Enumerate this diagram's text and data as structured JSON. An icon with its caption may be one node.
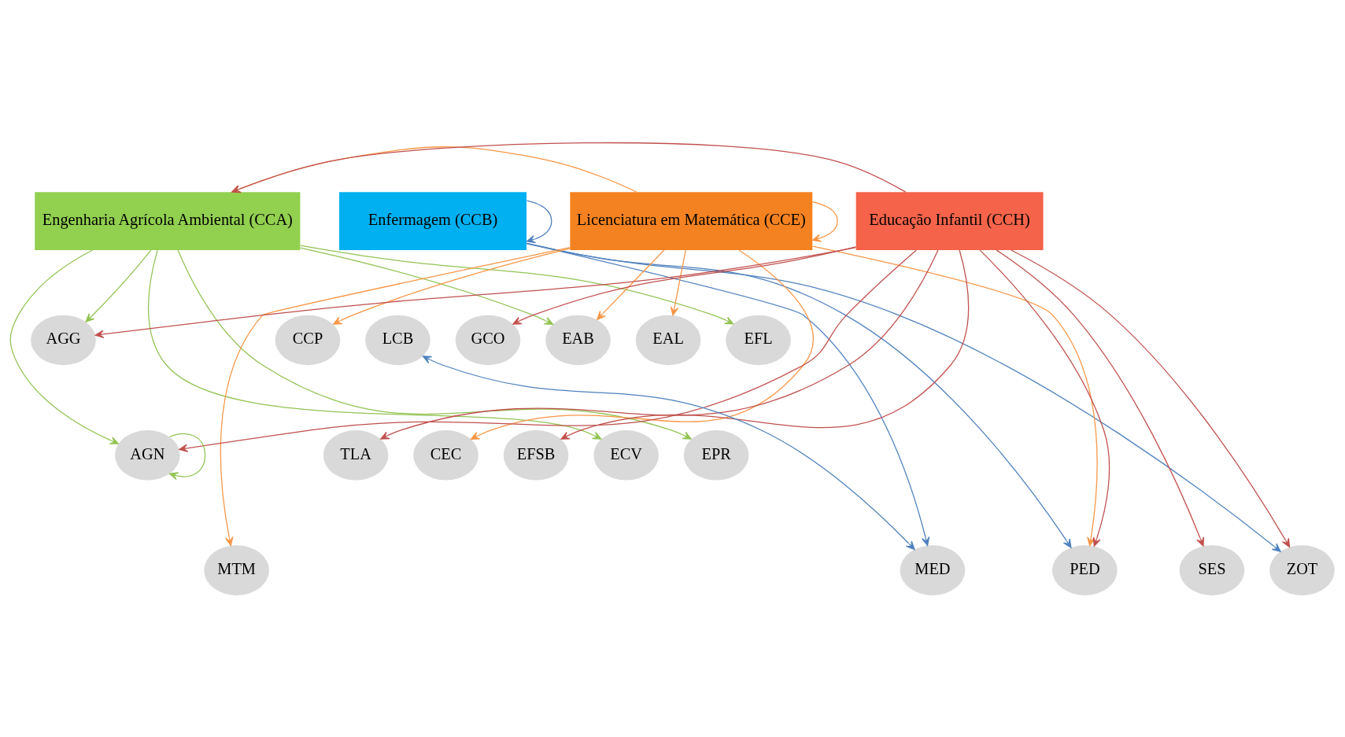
{
  "diagram": {
    "nodes": [
      {
        "text": [
          "Engenharia Agrícola Ambiental (CCA)"
        ]
      },
      {
        "text": [
          "Enfermagem (CCB)"
        ]
      },
      {
        "text": [
          "Licenciatura em Matemática (CCE)"
        ]
      },
      {
        "text": [
          "Educação Infantil (CCH)"
        ]
      },
      {
        "text": [
          "AGG"
        ]
      },
      {
        "text": [
          "CCP"
        ]
      },
      {
        "text": [
          "LCB"
        ]
      },
      {
        "text": [
          "GCO"
        ]
      },
      {
        "text": [
          "EAB"
        ]
      },
      {
        "text": [
          "EAL"
        ]
      },
      {
        "text": [
          "EFL"
        ]
      },
      {
        "text": [
          "AGN"
        ]
      },
      {
        "text": [
          "TLA"
        ]
      },
      {
        "text": [
          "CEC"
        ]
      },
      {
        "text": [
          "EFSB"
        ]
      },
      {
        "text": [
          "ECV"
        ]
      },
      {
        "text": [
          "EPR"
        ]
      },
      {
        "text": [
          "MTM"
        ]
      },
      {
        "text": [
          "MED"
        ]
      },
      {
        "text": [
          "PED"
        ]
      },
      {
        "text": [
          "SES"
        ]
      },
      {
        "text": [
          "ZOT"
        ]
      }
    ],
    "edges": [
      {
        "from": 0,
        "to": 4,
        "arrow": "to",
        "color": "#92c353"
      },
      {
        "from": 0,
        "to": 11,
        "arrow": "to",
        "color": "#92c353"
      },
      {
        "from": 0,
        "to": 8,
        "arrow": "to",
        "color": "#92c353"
      },
      {
        "from": 0,
        "to": 15,
        "arrow": "to",
        "color": "#92c353"
      },
      {
        "from": 0,
        "to": 10,
        "arrow": "to",
        "color": "#92c353"
      },
      {
        "from": 0,
        "to": 16,
        "arrow": "to",
        "color": "#92c353"
      },
      {
        "from": 11,
        "to": 11,
        "arrow": "to",
        "color": "#92c353"
      },
      {
        "from": 1,
        "to": 1,
        "arrow": "to",
        "color": "#4f81bd"
      },
      {
        "from": 1,
        "to": 18,
        "arrow": "to",
        "color": "#4f81bd"
      },
      {
        "from": 1,
        "to": 19,
        "arrow": "to",
        "color": "#4f81bd"
      },
      {
        "from": 1,
        "to": 21,
        "arrow": "to",
        "color": "#4f81bd"
      },
      {
        "from": 6,
        "to": 18,
        "arrow": "both",
        "color": "#4f81bd"
      },
      {
        "from": 2,
        "to": 2,
        "arrow": "to",
        "color": "#f79646"
      },
      {
        "from": 2,
        "to": 5,
        "arrow": "to",
        "color": "#f79646"
      },
      {
        "from": 2,
        "to": 17,
        "arrow": "to",
        "color": "#f79646"
      },
      {
        "from": 2,
        "to": 13,
        "arrow": "to",
        "color": "#f79646"
      },
      {
        "from": 2,
        "to": 19,
        "arrow": "to",
        "color": "#f79646"
      },
      {
        "from": 2,
        "to": 8,
        "arrow": "to",
        "color": "#f79646"
      },
      {
        "from": 2,
        "to": 9,
        "arrow": "to",
        "color": "#f79646"
      },
      {
        "from": 2,
        "to": 0,
        "arrow": "to",
        "color": "#f79646"
      },
      {
        "from": 3,
        "to": 4,
        "arrow": "to",
        "color": "#c0504d"
      },
      {
        "from": 3,
        "to": 11,
        "arrow": "to",
        "color": "#c0504d"
      },
      {
        "from": 3,
        "to": 12,
        "arrow": "to",
        "color": "#c0504d"
      },
      {
        "from": 3,
        "to": 7,
        "arrow": "to",
        "color": "#c0504d"
      },
      {
        "from": 3,
        "to": 14,
        "arrow": "to",
        "color": "#c0504d"
      },
      {
        "from": 3,
        "to": 20,
        "arrow": "to",
        "color": "#c0504d"
      },
      {
        "from": 3,
        "to": 21,
        "arrow": "to",
        "color": "#c0504d"
      },
      {
        "from": 3,
        "to": 19,
        "arrow": "to",
        "color": "#c0504d"
      },
      {
        "from": 3,
        "to": 0,
        "arrow": "to",
        "color": "#c0504d"
      }
    ]
  }
}
